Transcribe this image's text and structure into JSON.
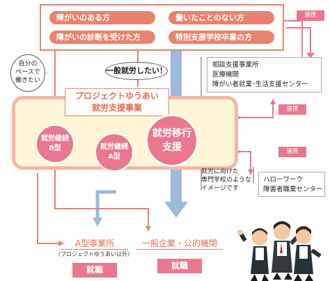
{
  "targets": [
    "障がいのある方",
    "働いたことのない方",
    "障がいの診断を受けた方",
    "特別支援学校卒業の方"
  ],
  "self_paced": [
    "自分の",
    "ペースで",
    "働きたい"
  ],
  "want_work": "一般就労したい！",
  "program_title": [
    "プロジェクトゆうあい",
    "就労支援事業"
  ],
  "circles": {
    "b": [
      "就労継続",
      "B型"
    ],
    "a": [
      "就労継続",
      "A型"
    ],
    "main": [
      "就労移行",
      "支援"
    ]
  },
  "partners_top": [
    "相談支援事業所",
    "医療機関",
    "障がい者就業･生活支援センター"
  ],
  "partners_bottom": [
    "ハローワーク",
    "障害者職業センター"
  ],
  "renkei": "連携",
  "image_note": [
    "就労に向けた",
    "専門学校のような",
    "イメージです"
  ],
  "outcomes": {
    "a_type": "A型事業所",
    "a_type_note": "（プロジェクトゆうあい以外）",
    "general": "一般企業・公的機関",
    "shushoku": "就職"
  },
  "colors": {
    "pink": "#e9788e",
    "salmon": "#e8826e",
    "blue_arrow": "#9db9dc",
    "program_fill": "#fff6d8"
  }
}
